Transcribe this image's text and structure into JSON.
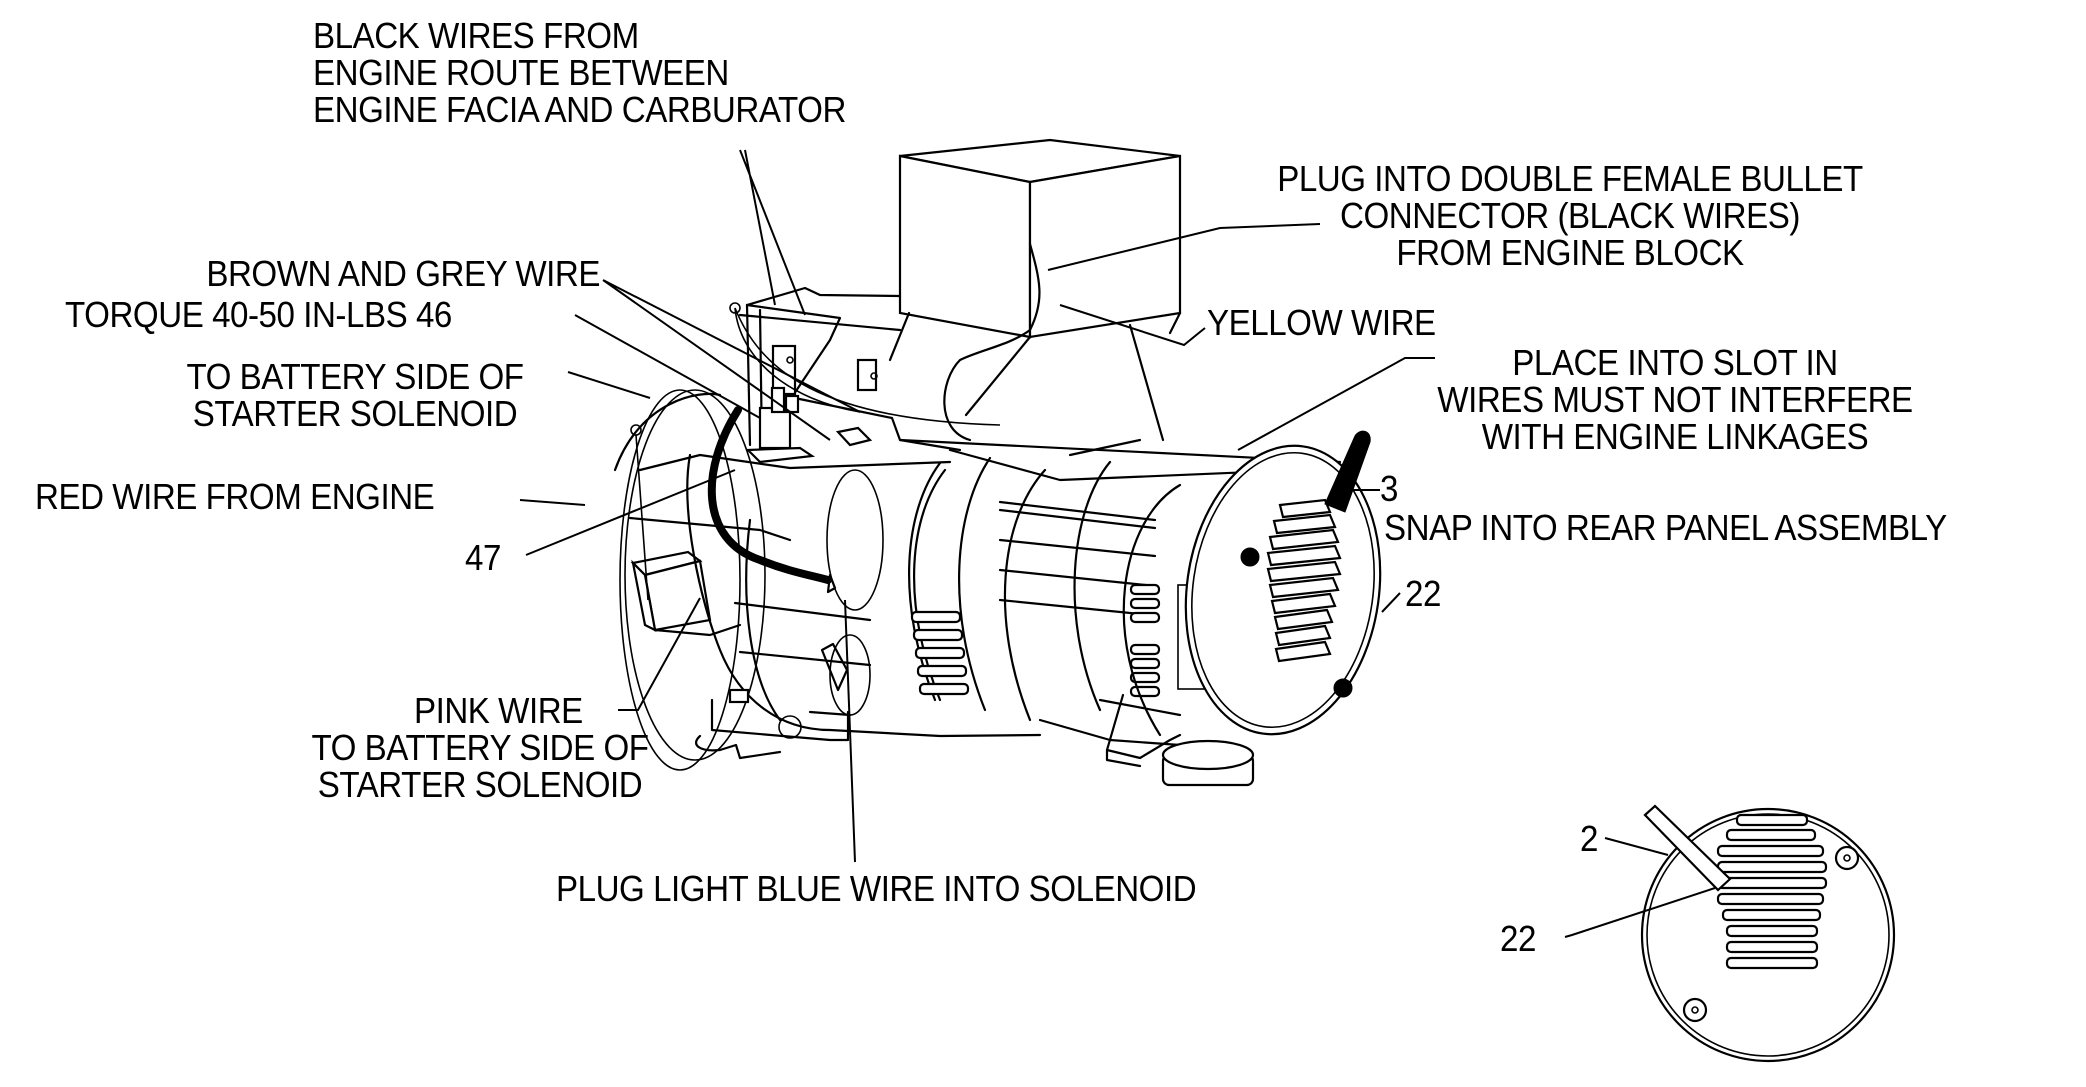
{
  "figure": {
    "type": "assembly wiring diagram",
    "subject": "generator engine / alternator assembly",
    "line_color": "#000000",
    "background_color": "#ffffff"
  },
  "callouts": {
    "black_wires": {
      "lines": [
        "BLACK WIRES FROM",
        "ENGINE ROUTE BETWEEN",
        "ENGINE FACIA AND CARBURATOR"
      ]
    },
    "plug_double_female": {
      "lines": [
        "PLUG INTO DOUBLE FEMALE BULLET",
        "CONNECTOR (BLACK WIRES)",
        "FROM ENGINE BLOCK"
      ]
    },
    "brown_grey": {
      "lines": [
        "BROWN AND GREY WIRE"
      ]
    },
    "torque": {
      "lines": [
        "TORQUE 40-50 IN-LBS  46"
      ]
    },
    "battery_side_top": {
      "lines": [
        "TO BATTERY SIDE OF",
        "STARTER SOLENOID"
      ]
    },
    "yellow_wire": {
      "lines": [
        "YELLOW WIRE"
      ]
    },
    "place_into_slot": {
      "lines": [
        "PLACE INTO SLOT IN",
        "WIRES MUST NOT INTERFERE",
        "WITH ENGINE LINKAGES"
      ]
    },
    "part_3": {
      "lines": [
        "3"
      ]
    },
    "snap_rear_panel": {
      "lines": [
        "SNAP INTO REAR PANEL ASSEMBLY"
      ]
    },
    "red_wire": {
      "lines": [
        "RED WIRE FROM ENGINE"
      ]
    },
    "part_47": {
      "lines": [
        "47"
      ]
    },
    "part_22_main": {
      "lines": [
        "22"
      ]
    },
    "pink_wire": {
      "lines": [
        "PINK WIRE",
        "TO BATTERY SIDE OF",
        "STARTER SOLENOID"
      ]
    },
    "light_blue": {
      "lines": [
        "PLUG LIGHT BLUE WIRE INTO SOLENOID"
      ]
    },
    "detail_part_2": {
      "lines": [
        "2"
      ]
    },
    "detail_part_22": {
      "lines": [
        "22"
      ]
    }
  },
  "detail_view": {
    "description": "rear panel end view with vent louvers",
    "louver_count": 10,
    "screw_count": 2
  }
}
